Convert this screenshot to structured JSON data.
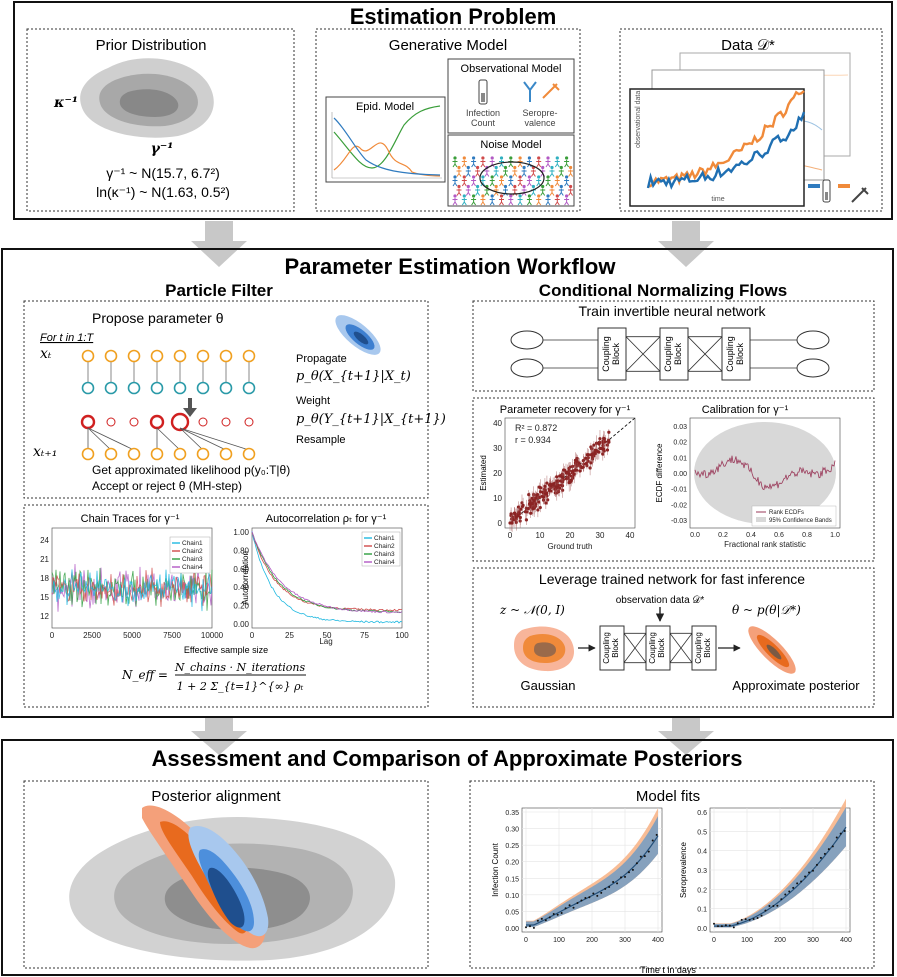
{
  "sections": {
    "estimation": {
      "title": "Estimation Problem"
    },
    "workflow": {
      "title": "Parameter Estimation Workflow"
    },
    "assessment": {
      "title": "Assessment and Comparison of Approximate Posteriors"
    }
  },
  "prior": {
    "title": "Prior Distribution",
    "kappa_label": "κ⁻¹",
    "gamma_label": "γ⁻¹",
    "eq1": "γ⁻¹ ~ N(15.7, 6.7²)",
    "eq2": "ln(κ⁻¹) ~ N(1.63, 0.5²)"
  },
  "generative": {
    "title": "Generative Model",
    "epid_title": "Epid. Model",
    "obs_title": "Observational Model",
    "infection_label_1": "Infection",
    "infection_label_2": "Count",
    "sero_label_1": "Seropre-",
    "sero_label_2": "valence",
    "noise_title": "Noise Model"
  },
  "data": {
    "title": "Data 𝒟*",
    "ylabel": "observational data",
    "xlabel": "time"
  },
  "particle_filter": {
    "title": "Particle Filter",
    "propose": "Propose parameter θ",
    "loop": "For t in 1:T",
    "xt": "xₜ",
    "xt1": "xₜ₊₁",
    "propagate": "Propagate",
    "propagate_eq": "p_θ(X_{t+1}|X_t)",
    "weight": "Weight",
    "weight_eq": "p_θ(Y_{t+1}|X_{t+1})",
    "resample": "Resample",
    "likelihood": "Get approximated likelihood p(y₀:T|θ)",
    "accept": "Accept or reject  θ (MH-step)"
  },
  "traces": {
    "title": "Chain Traces for γ⁻¹",
    "yticks": [
      "24",
      "21",
      "18",
      "15",
      "12"
    ],
    "xticks": [
      "0",
      "2500",
      "5000",
      "7500",
      "10000"
    ],
    "legend": [
      "Chain1",
      "Chain2",
      "Chain3",
      "Chain4"
    ],
    "colors": [
      "#1fb8e0",
      "#d04a4a",
      "#2e9e3e",
      "#b259c4"
    ]
  },
  "autocorr": {
    "title": "Autocorrelation ρₜ for γ⁻¹",
    "ylabel": "Autocorrelation",
    "xlabel": "Lag",
    "yticks": [
      "1.00",
      "0.80",
      "0.60",
      "0.40",
      "0.20",
      "0.00"
    ],
    "xticks": [
      "0",
      "25",
      "50",
      "75",
      "100"
    ],
    "legend": [
      "Chain1",
      "Chain2",
      "Chain3",
      "Chain4"
    ]
  },
  "ess": {
    "caption": "Effective sample size",
    "lhs": "N_eff =",
    "numerator": "N_chains · N_iterations",
    "denominator": "1 + 2 Σ_{t=1}^{∞} ρₜ"
  },
  "cnf": {
    "title": "Conditional Normalizing Flows",
    "train_title": "Train invertible neural network",
    "coupling_1": "Coupling",
    "coupling_2": "Block"
  },
  "recovery": {
    "title": "Parameter recovery for γ⁻¹",
    "r2": "R² = 0.872",
    "r": "r = 0.934",
    "ylabel": "Estimated",
    "xlabel": "Ground truth",
    "ticks": [
      "0",
      "10",
      "20",
      "30",
      "40"
    ]
  },
  "calibration": {
    "title": "Calibration for γ⁻¹",
    "ylabel": "ECDF difference",
    "xlabel": "Fractional rank statistic",
    "yticks": [
      "0.03",
      "0.02",
      "0.01",
      "0.00",
      "-0.01",
      "-0.02",
      "-0.03"
    ],
    "xticks": [
      "0.0",
      "0.2",
      "0.4",
      "0.6",
      "0.8",
      "1.0"
    ],
    "legend_line": "Rank ECDFs",
    "legend_band": "95% Confidence Bands"
  },
  "inference": {
    "title": "Leverage trained network for fast inference",
    "z_eq": "z ~ 𝒩(0, I)",
    "obs_label": "observation data 𝒟*",
    "theta_eq": "θ ~ p(θ|𝒟*)",
    "gaussian": "Gaussian",
    "approx": "Approximate posterior"
  },
  "alignment": {
    "title": "Posterior alignment"
  },
  "model_fits": {
    "title": "Model fits",
    "left_ylabel": "Infection Count",
    "right_ylabel": "Seroprevalence",
    "xlabel": "Time t in days",
    "left_yticks": [
      "0.35",
      "0.30",
      "0.25",
      "0.20",
      "0.15",
      "0.10",
      "0.05",
      "0.00"
    ],
    "right_yticks": [
      "0.6",
      "0.5",
      "0.4",
      "0.3",
      "0.2",
      "0.1",
      "0.0"
    ],
    "xticks": [
      "0",
      "100",
      "200",
      "300",
      "400"
    ]
  },
  "colors": {
    "orange": "#f08a3a",
    "blue": "#2f7bbf",
    "darkred": "#8b2323",
    "gray": "#9a9a9a"
  }
}
